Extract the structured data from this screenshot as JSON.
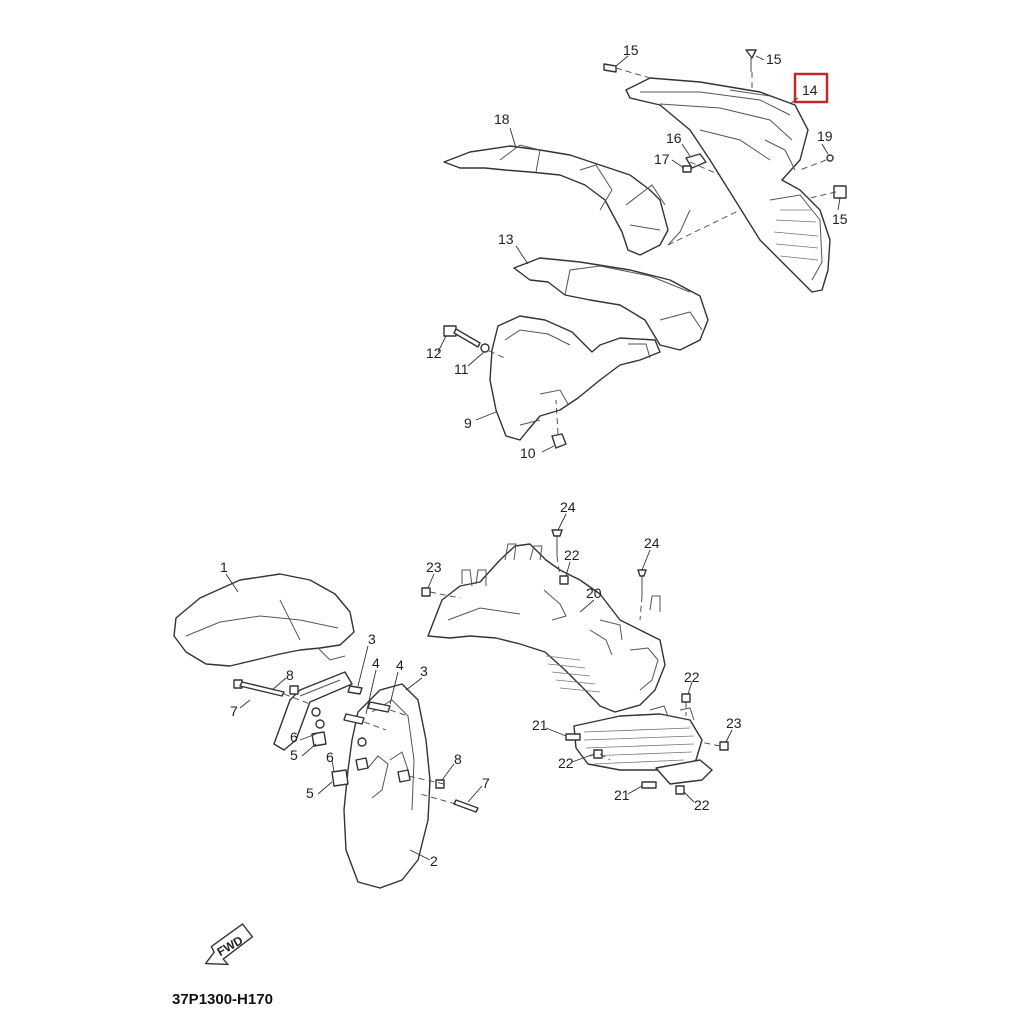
{
  "diagram": {
    "code": "37P1300-H170",
    "fwd_label": "FWD",
    "highlighted_callout": "14",
    "highlight_color": "#c0282d",
    "callouts": {
      "c15a": "15",
      "c15b": "15",
      "c14": "14",
      "c19": "19",
      "c15c": "15",
      "c18": "18",
      "c16": "16",
      "c17": "17",
      "c13": "13",
      "c12": "12",
      "c11": "11",
      "c9": "9",
      "c10": "10",
      "c24a": "24",
      "c22a": "22",
      "c24b": "24",
      "c23a": "23",
      "c20": "20",
      "c22b": "22",
      "c21a": "21",
      "c23b": "23",
      "c22c": "22",
      "c21b": "21",
      "c22d": "22",
      "c1": "1",
      "c3a": "3",
      "c4a": "4",
      "c4b": "4",
      "c3b": "3",
      "c8a": "8",
      "c7a": "7",
      "c6a": "6",
      "c5a": "5",
      "c6b": "6",
      "c5b": "5",
      "c8b": "8",
      "c7b": "7",
      "c2": "2"
    }
  }
}
